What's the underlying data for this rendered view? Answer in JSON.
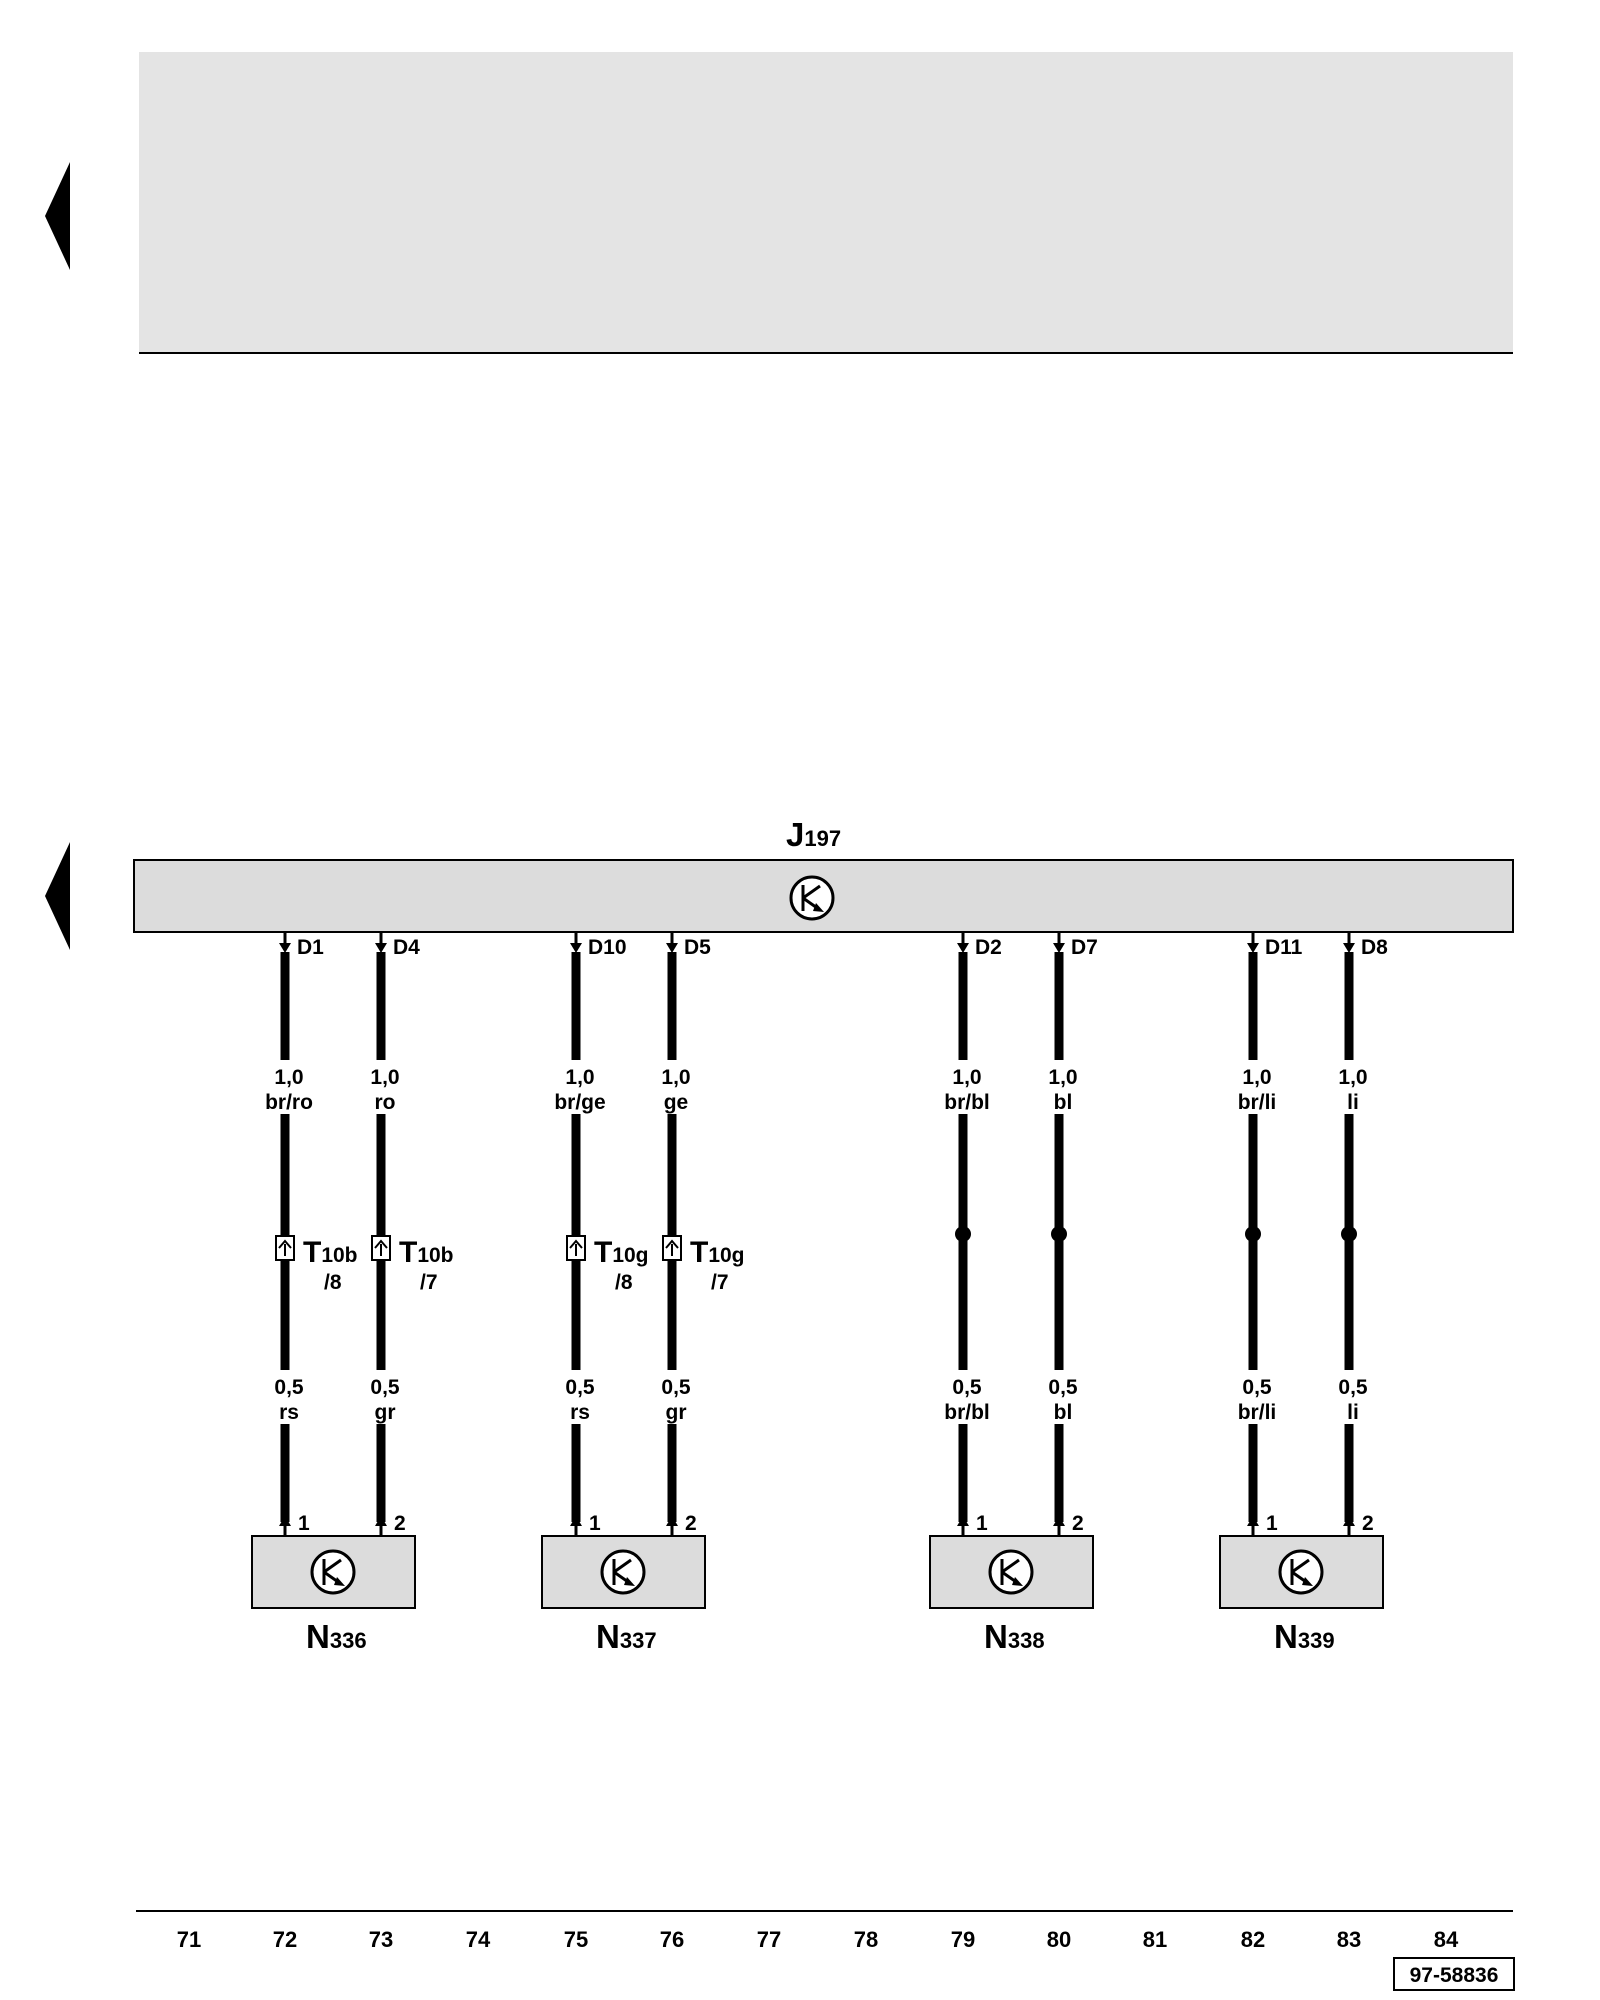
{
  "control_unit": {
    "letter": "J",
    "number": "197"
  },
  "pins": [
    "D1",
    "D4",
    "D10",
    "D5",
    "D2",
    "D7",
    "D11",
    "D8"
  ],
  "wires_upper": [
    {
      "size": "1,0",
      "color": "br/ro"
    },
    {
      "size": "1,0",
      "color": "ro"
    },
    {
      "size": "1,0",
      "color": "br/ge"
    },
    {
      "size": "1,0",
      "color": "ge"
    },
    {
      "size": "1,0",
      "color": "br/bl"
    },
    {
      "size": "1,0",
      "color": "bl"
    },
    {
      "size": "1,0",
      "color": "br/li"
    },
    {
      "size": "1,0",
      "color": "li"
    }
  ],
  "wires_lower": [
    {
      "size": "0,5",
      "color": "rs"
    },
    {
      "size": "0,5",
      "color": "gr"
    },
    {
      "size": "0,5",
      "color": "rs"
    },
    {
      "size": "0,5",
      "color": "gr"
    },
    {
      "size": "0,5",
      "color": "br/bl"
    },
    {
      "size": "0,5",
      "color": "bl"
    },
    {
      "size": "0,5",
      "color": "br/li"
    },
    {
      "size": "0,5",
      "color": "li"
    }
  ],
  "connectors": [
    {
      "letter": "T",
      "sub": "10b",
      "pin": "/8"
    },
    {
      "letter": "T",
      "sub": "10b",
      "pin": "/7"
    },
    {
      "letter": "T",
      "sub": "10g",
      "pin": "/8"
    },
    {
      "letter": "T",
      "sub": "10g",
      "pin": "/7"
    }
  ],
  "component_pins": [
    "1",
    "2"
  ],
  "components": [
    {
      "letter": "N",
      "number": "336"
    },
    {
      "letter": "N",
      "number": "337"
    },
    {
      "letter": "N",
      "number": "338"
    },
    {
      "letter": "N",
      "number": "339"
    }
  ],
  "tracks": [
    "71",
    "72",
    "73",
    "74",
    "75",
    "76",
    "77",
    "78",
    "79",
    "80",
    "81",
    "82",
    "83",
    "84"
  ],
  "reference": "97-58836",
  "colors": {
    "component_fill": "#dcdcdc",
    "header_fill": "#e4e4e4",
    "line": "#000000"
  }
}
